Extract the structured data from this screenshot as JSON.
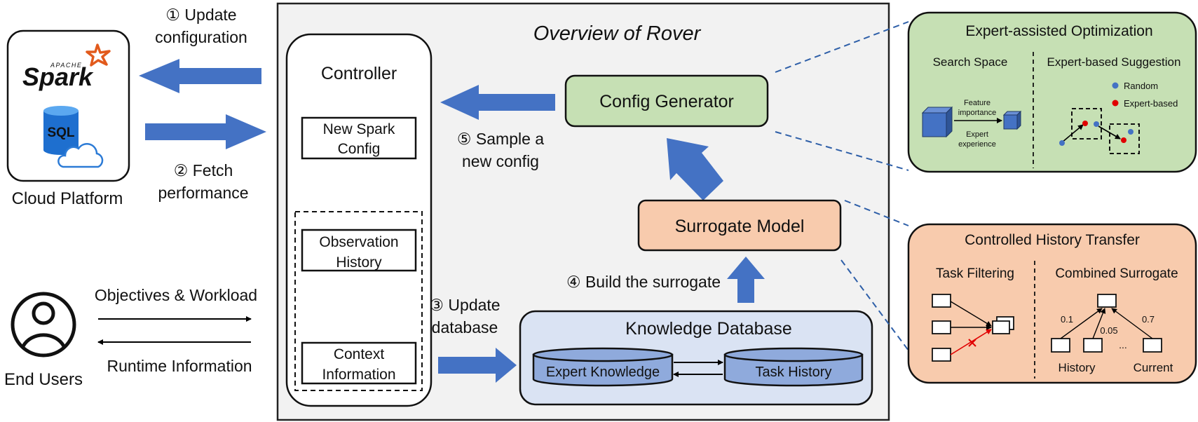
{
  "colors": {
    "arrow_blue": "#4472C4",
    "panel_gray": "#F2F2F2",
    "config_green": "#C6E0B4",
    "surrogate_orange": "#F8CBAD",
    "knowledge_blue": "#DAE3F3",
    "cylinder_blue": "#8FAADC",
    "dash_blue": "#2E5FA8",
    "cube_blue": "#4472C4",
    "point_red": "#E00000"
  },
  "icons": {
    "spark": "apache-spark-logo",
    "sql": "azure-sql-database-icon",
    "user": "user-circle-icon"
  },
  "spark_logo": {
    "small": "APACHE",
    "big": "Spark"
  },
  "sql_label": "SQL",
  "cloud_label": "Cloud Platform",
  "users_label": "End Users",
  "step1": {
    "line1": "① Update",
    "line2": "configuration"
  },
  "step2": {
    "line1": "② Fetch",
    "line2": "performance"
  },
  "step3": {
    "line1": "③ Update",
    "line2": "database"
  },
  "step4": "④ Build the surrogate",
  "step5": {
    "line1": "⑤ Sample a",
    "line2": "new config"
  },
  "objectives": "Objectives & Workload",
  "runtime": "Runtime Information",
  "overview_title": "Overview of Rover",
  "controller": {
    "title": "Controller",
    "new_config": {
      "line1": "New Spark",
      "line2": "Config"
    },
    "observation": {
      "line1": "Observation",
      "line2": "History"
    },
    "context": {
      "line1": "Context",
      "line2": "Information"
    }
  },
  "config_generator": "Config Generator",
  "surrogate_model": "Surrogate Model",
  "knowledge": {
    "title": "Knowledge Database",
    "expert": "Expert Knowledge",
    "task": "Task History"
  },
  "expert_panel": {
    "title": "Expert-assisted Optimization",
    "left_title": "Search Space",
    "right_title": "Expert-based Suggestion",
    "feature1": "Feature",
    "feature2": "importance",
    "expert1": "Expert",
    "expert2": "experience",
    "legend_random": "Random",
    "legend_expert": "Expert-based"
  },
  "history_panel": {
    "title": "Controlled History Transfer",
    "left_title": "Task Filtering",
    "right_title": "Combined Surrogate",
    "w1": "0.1",
    "w2": "0.05",
    "w3": "0.7",
    "history": "History",
    "current": "Current",
    "dots": "..."
  }
}
